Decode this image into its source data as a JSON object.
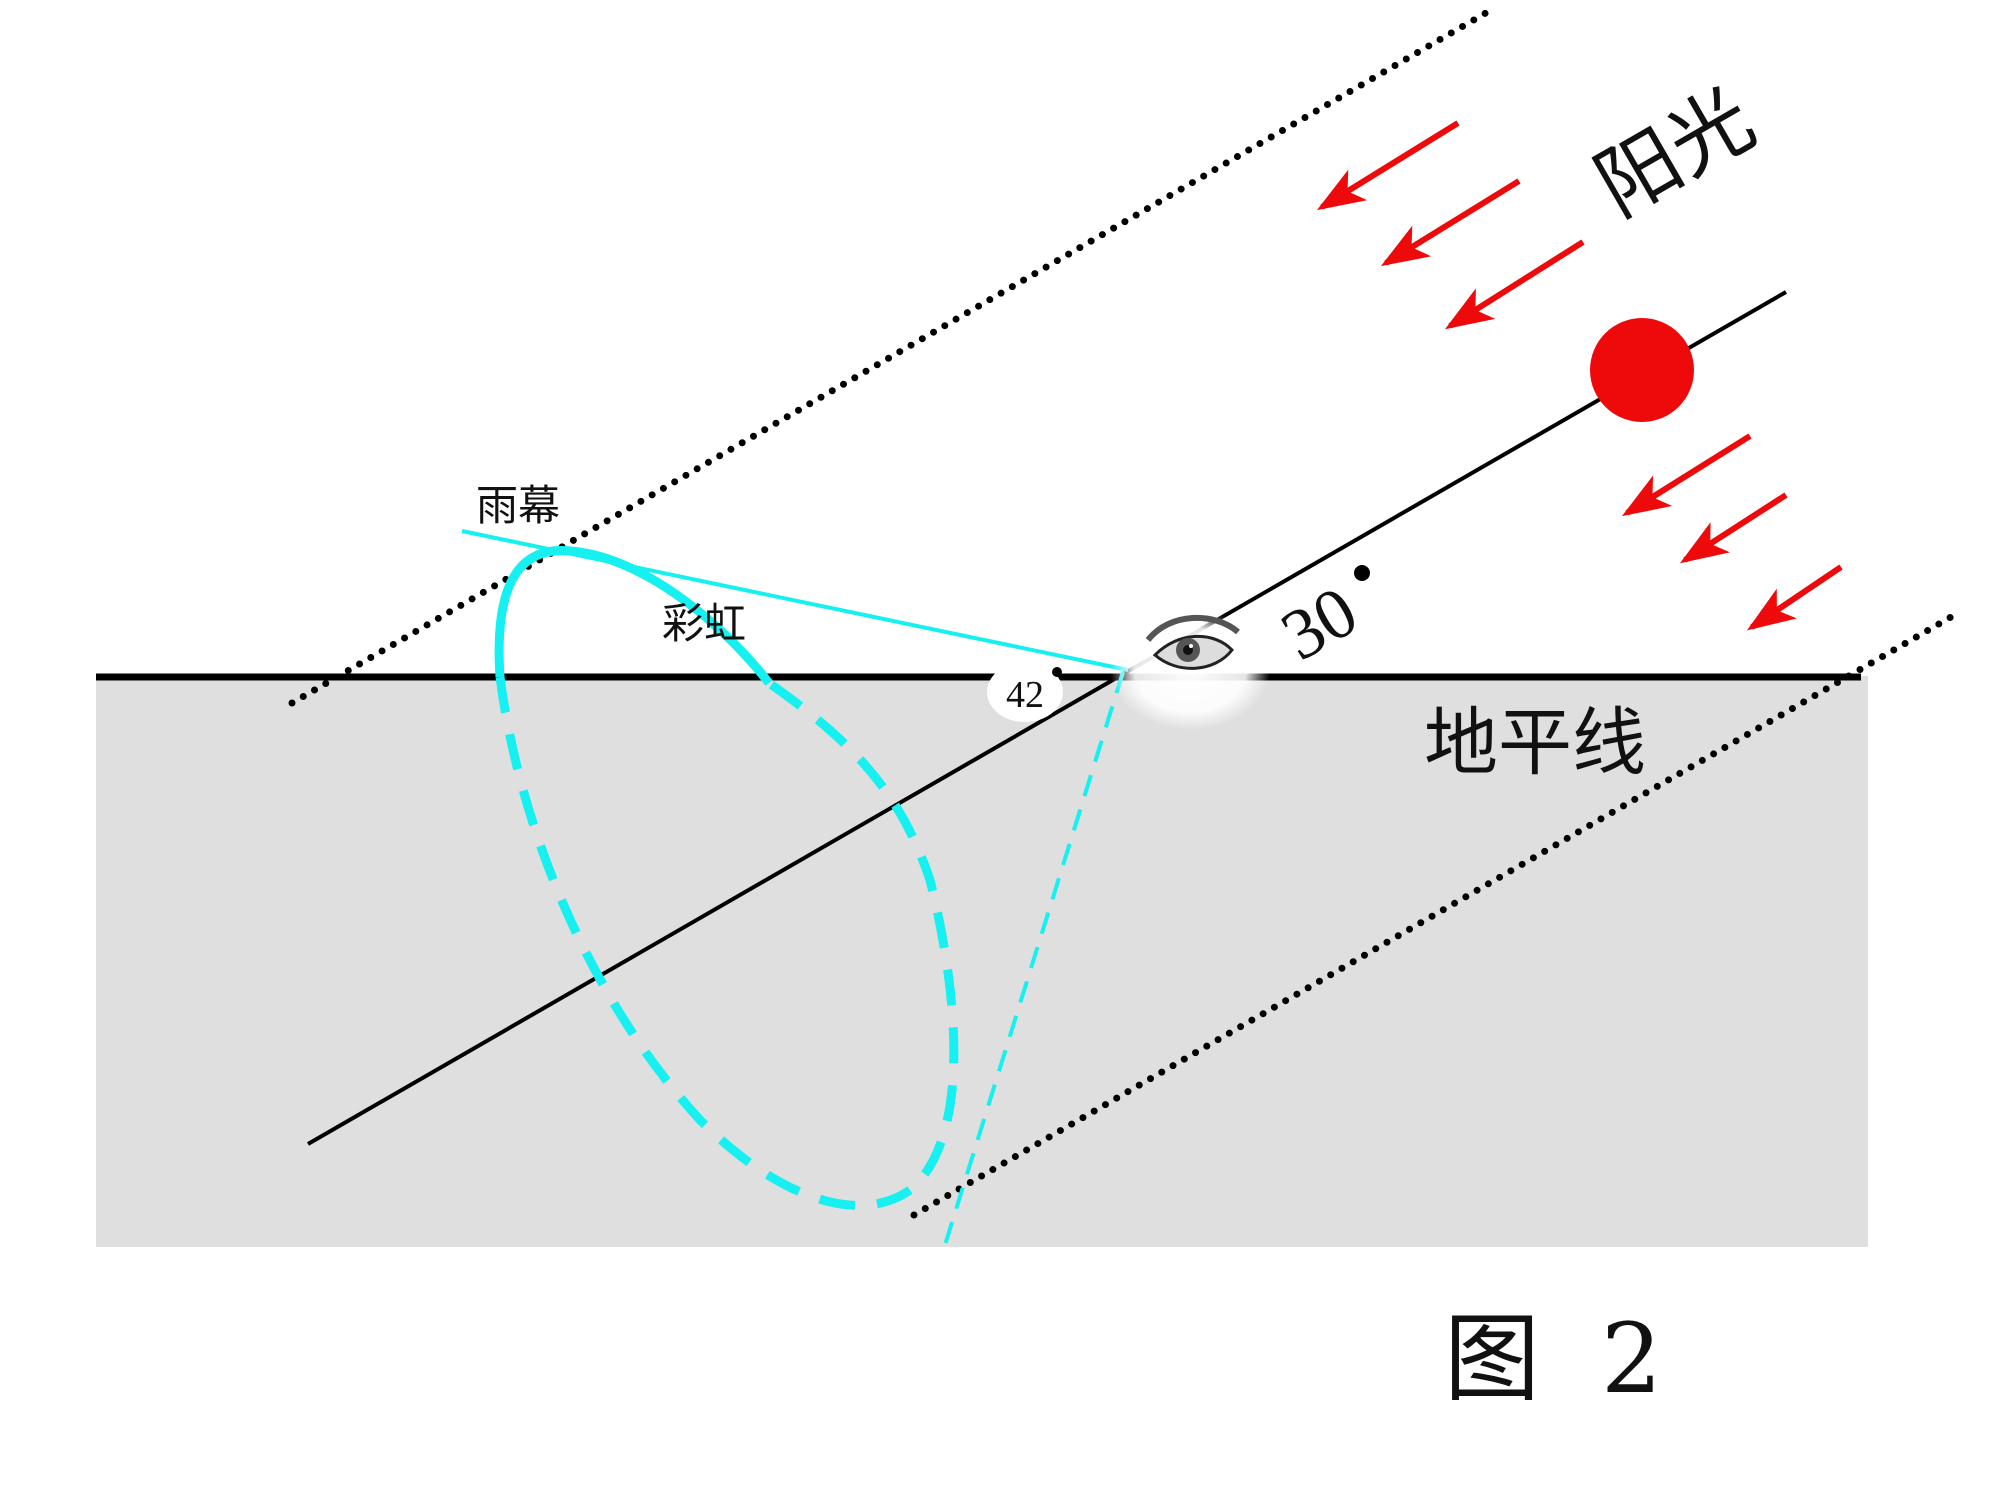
{
  "labels": {
    "sunlight": "阳光",
    "rain_curtain": "雨幕",
    "rainbow": "彩虹",
    "angle_rainbow": "42",
    "angle_sun": "30",
    "horizon": "地平线",
    "figure": "图  2"
  },
  "colors": {
    "ground": "#e0dfe0",
    "rainbow": "#16f0f0",
    "sun": "#ee0a0a",
    "arrows": "#ee0a0a",
    "lines": "#000000"
  },
  "icons": [
    "eye-icon",
    "sun-icon",
    "arrow-icon"
  ]
}
